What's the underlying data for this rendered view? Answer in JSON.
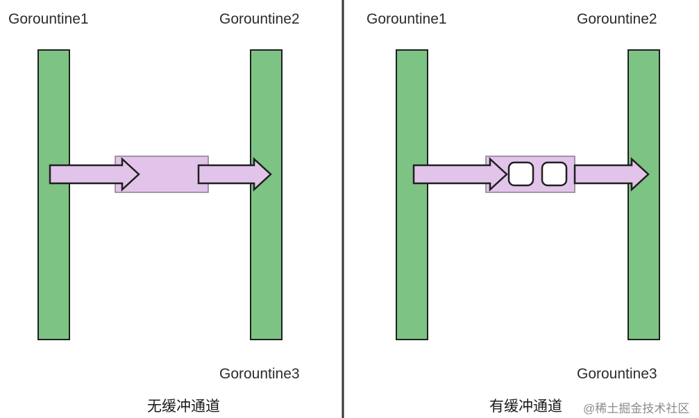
{
  "colors": {
    "bar_fill": "#7dc384",
    "channel_fill": "#e2c4ea",
    "arrow_fill": "#e2c4ea",
    "stroke": "#1f1f1f",
    "divider": "#333333"
  },
  "left_panel": {
    "label_top_left": "Gorountine1",
    "label_top_right": "Gorountine2",
    "label_bottom_right": "Gorountine3",
    "caption": "无缓冲通道"
  },
  "right_panel": {
    "label_top_left": "Gorountine1",
    "label_top_right": "Gorountine2",
    "label_bottom_right": "Gorountine3",
    "caption": "有缓冲通道",
    "buffer_slots": 2
  },
  "watermark": "@稀土掘金技术社区"
}
